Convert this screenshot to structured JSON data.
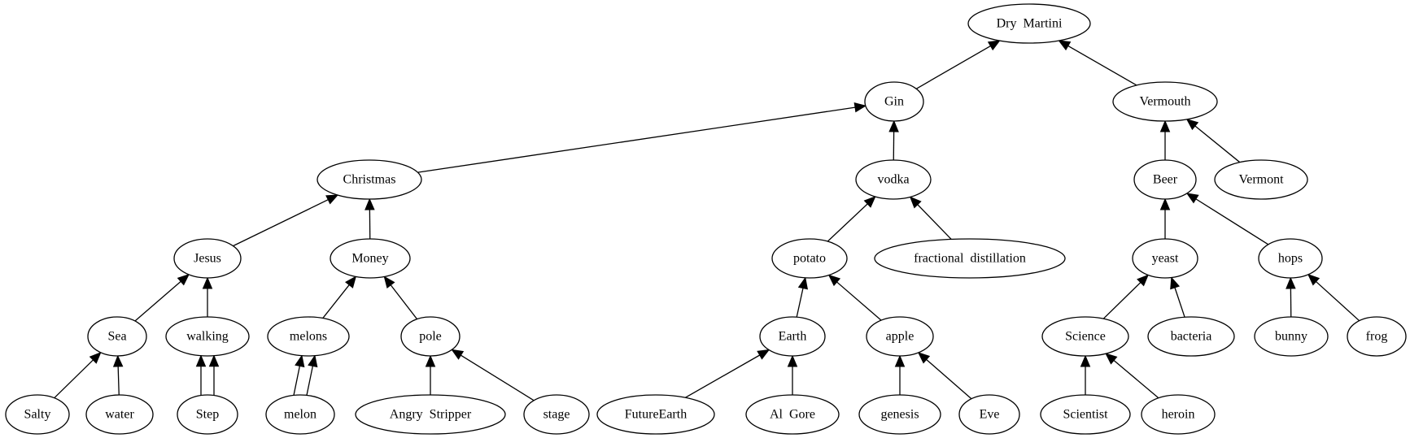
{
  "graph": {
    "type": "directed-tree",
    "edge_direction": "child-to-parent",
    "colors": {
      "stroke": "#000000",
      "fill": "#ffffff",
      "text": "#000000"
    },
    "nodes": [
      {
        "id": "dry_martini",
        "label": "Dry  Martini",
        "level": 0
      },
      {
        "id": "gin",
        "label": "Gin",
        "level": 1
      },
      {
        "id": "vermouth",
        "label": "Vermouth",
        "level": 1
      },
      {
        "id": "christmas",
        "label": "Christmas",
        "level": 2
      },
      {
        "id": "vodka",
        "label": "vodka",
        "level": 2
      },
      {
        "id": "beer",
        "label": "Beer",
        "level": 2
      },
      {
        "id": "vermont",
        "label": "Vermont",
        "level": 2
      },
      {
        "id": "jesus",
        "label": "Jesus",
        "level": 3
      },
      {
        "id": "money",
        "label": "Money",
        "level": 3
      },
      {
        "id": "potato",
        "label": "potato",
        "level": 3
      },
      {
        "id": "fractional_distillation",
        "label": "fractional  distillation",
        "level": 3
      },
      {
        "id": "yeast",
        "label": "yeast",
        "level": 3
      },
      {
        "id": "hops",
        "label": "hops",
        "level": 3
      },
      {
        "id": "sea",
        "label": "Sea",
        "level": 4
      },
      {
        "id": "walking",
        "label": "walking",
        "level": 4
      },
      {
        "id": "melons",
        "label": "melons",
        "level": 4
      },
      {
        "id": "pole",
        "label": "pole",
        "level": 4
      },
      {
        "id": "earth",
        "label": "Earth",
        "level": 4
      },
      {
        "id": "apple",
        "label": "apple",
        "level": 4
      },
      {
        "id": "science",
        "label": "Science",
        "level": 4
      },
      {
        "id": "bacteria",
        "label": "bacteria",
        "level": 4
      },
      {
        "id": "bunny",
        "label": "bunny",
        "level": 4
      },
      {
        "id": "frog",
        "label": "frog",
        "level": 4
      },
      {
        "id": "salty",
        "label": "Salty",
        "level": 5
      },
      {
        "id": "water",
        "label": "water",
        "level": 5
      },
      {
        "id": "step",
        "label": "Step",
        "level": 5
      },
      {
        "id": "melon",
        "label": "melon",
        "level": 5
      },
      {
        "id": "angry_stripper",
        "label": "Angry  Stripper",
        "level": 5
      },
      {
        "id": "stage",
        "label": "stage",
        "level": 5
      },
      {
        "id": "futureearth",
        "label": "FutureEarth",
        "level": 5
      },
      {
        "id": "al_gore",
        "label": "Al  Gore",
        "level": 5
      },
      {
        "id": "genesis",
        "label": "genesis",
        "level": 5
      },
      {
        "id": "eve",
        "label": "Eve",
        "level": 5
      },
      {
        "id": "scientist",
        "label": "Scientist",
        "level": 5
      },
      {
        "id": "heroin",
        "label": "heroin",
        "level": 5
      }
    ],
    "edges": [
      {
        "from": "gin",
        "to": "dry_martini"
      },
      {
        "from": "vermouth",
        "to": "dry_martini"
      },
      {
        "from": "christmas",
        "to": "gin"
      },
      {
        "from": "vodka",
        "to": "gin"
      },
      {
        "from": "beer",
        "to": "vermouth"
      },
      {
        "from": "vermont",
        "to": "vermouth"
      },
      {
        "from": "jesus",
        "to": "christmas"
      },
      {
        "from": "money",
        "to": "christmas"
      },
      {
        "from": "potato",
        "to": "vodka"
      },
      {
        "from": "fractional_distillation",
        "to": "vodka"
      },
      {
        "from": "yeast",
        "to": "beer"
      },
      {
        "from": "hops",
        "to": "beer"
      },
      {
        "from": "sea",
        "to": "jesus"
      },
      {
        "from": "walking",
        "to": "jesus"
      },
      {
        "from": "melons",
        "to": "money"
      },
      {
        "from": "pole",
        "to": "money"
      },
      {
        "from": "earth",
        "to": "potato"
      },
      {
        "from": "apple",
        "to": "potato"
      },
      {
        "from": "science",
        "to": "yeast"
      },
      {
        "from": "bacteria",
        "to": "yeast"
      },
      {
        "from": "bunny",
        "to": "hops"
      },
      {
        "from": "frog",
        "to": "hops"
      },
      {
        "from": "salty",
        "to": "sea"
      },
      {
        "from": "water",
        "to": "sea"
      },
      {
        "from": "step",
        "to": "walking"
      },
      {
        "from": "step",
        "to": "walking"
      },
      {
        "from": "melon",
        "to": "melons"
      },
      {
        "from": "melon",
        "to": "melons"
      },
      {
        "from": "angry_stripper",
        "to": "pole"
      },
      {
        "from": "stage",
        "to": "pole"
      },
      {
        "from": "futureearth",
        "to": "earth"
      },
      {
        "from": "al_gore",
        "to": "earth"
      },
      {
        "from": "genesis",
        "to": "apple"
      },
      {
        "from": "eve",
        "to": "apple"
      },
      {
        "from": "scientist",
        "to": "science"
      },
      {
        "from": "heroin",
        "to": "science"
      }
    ]
  }
}
